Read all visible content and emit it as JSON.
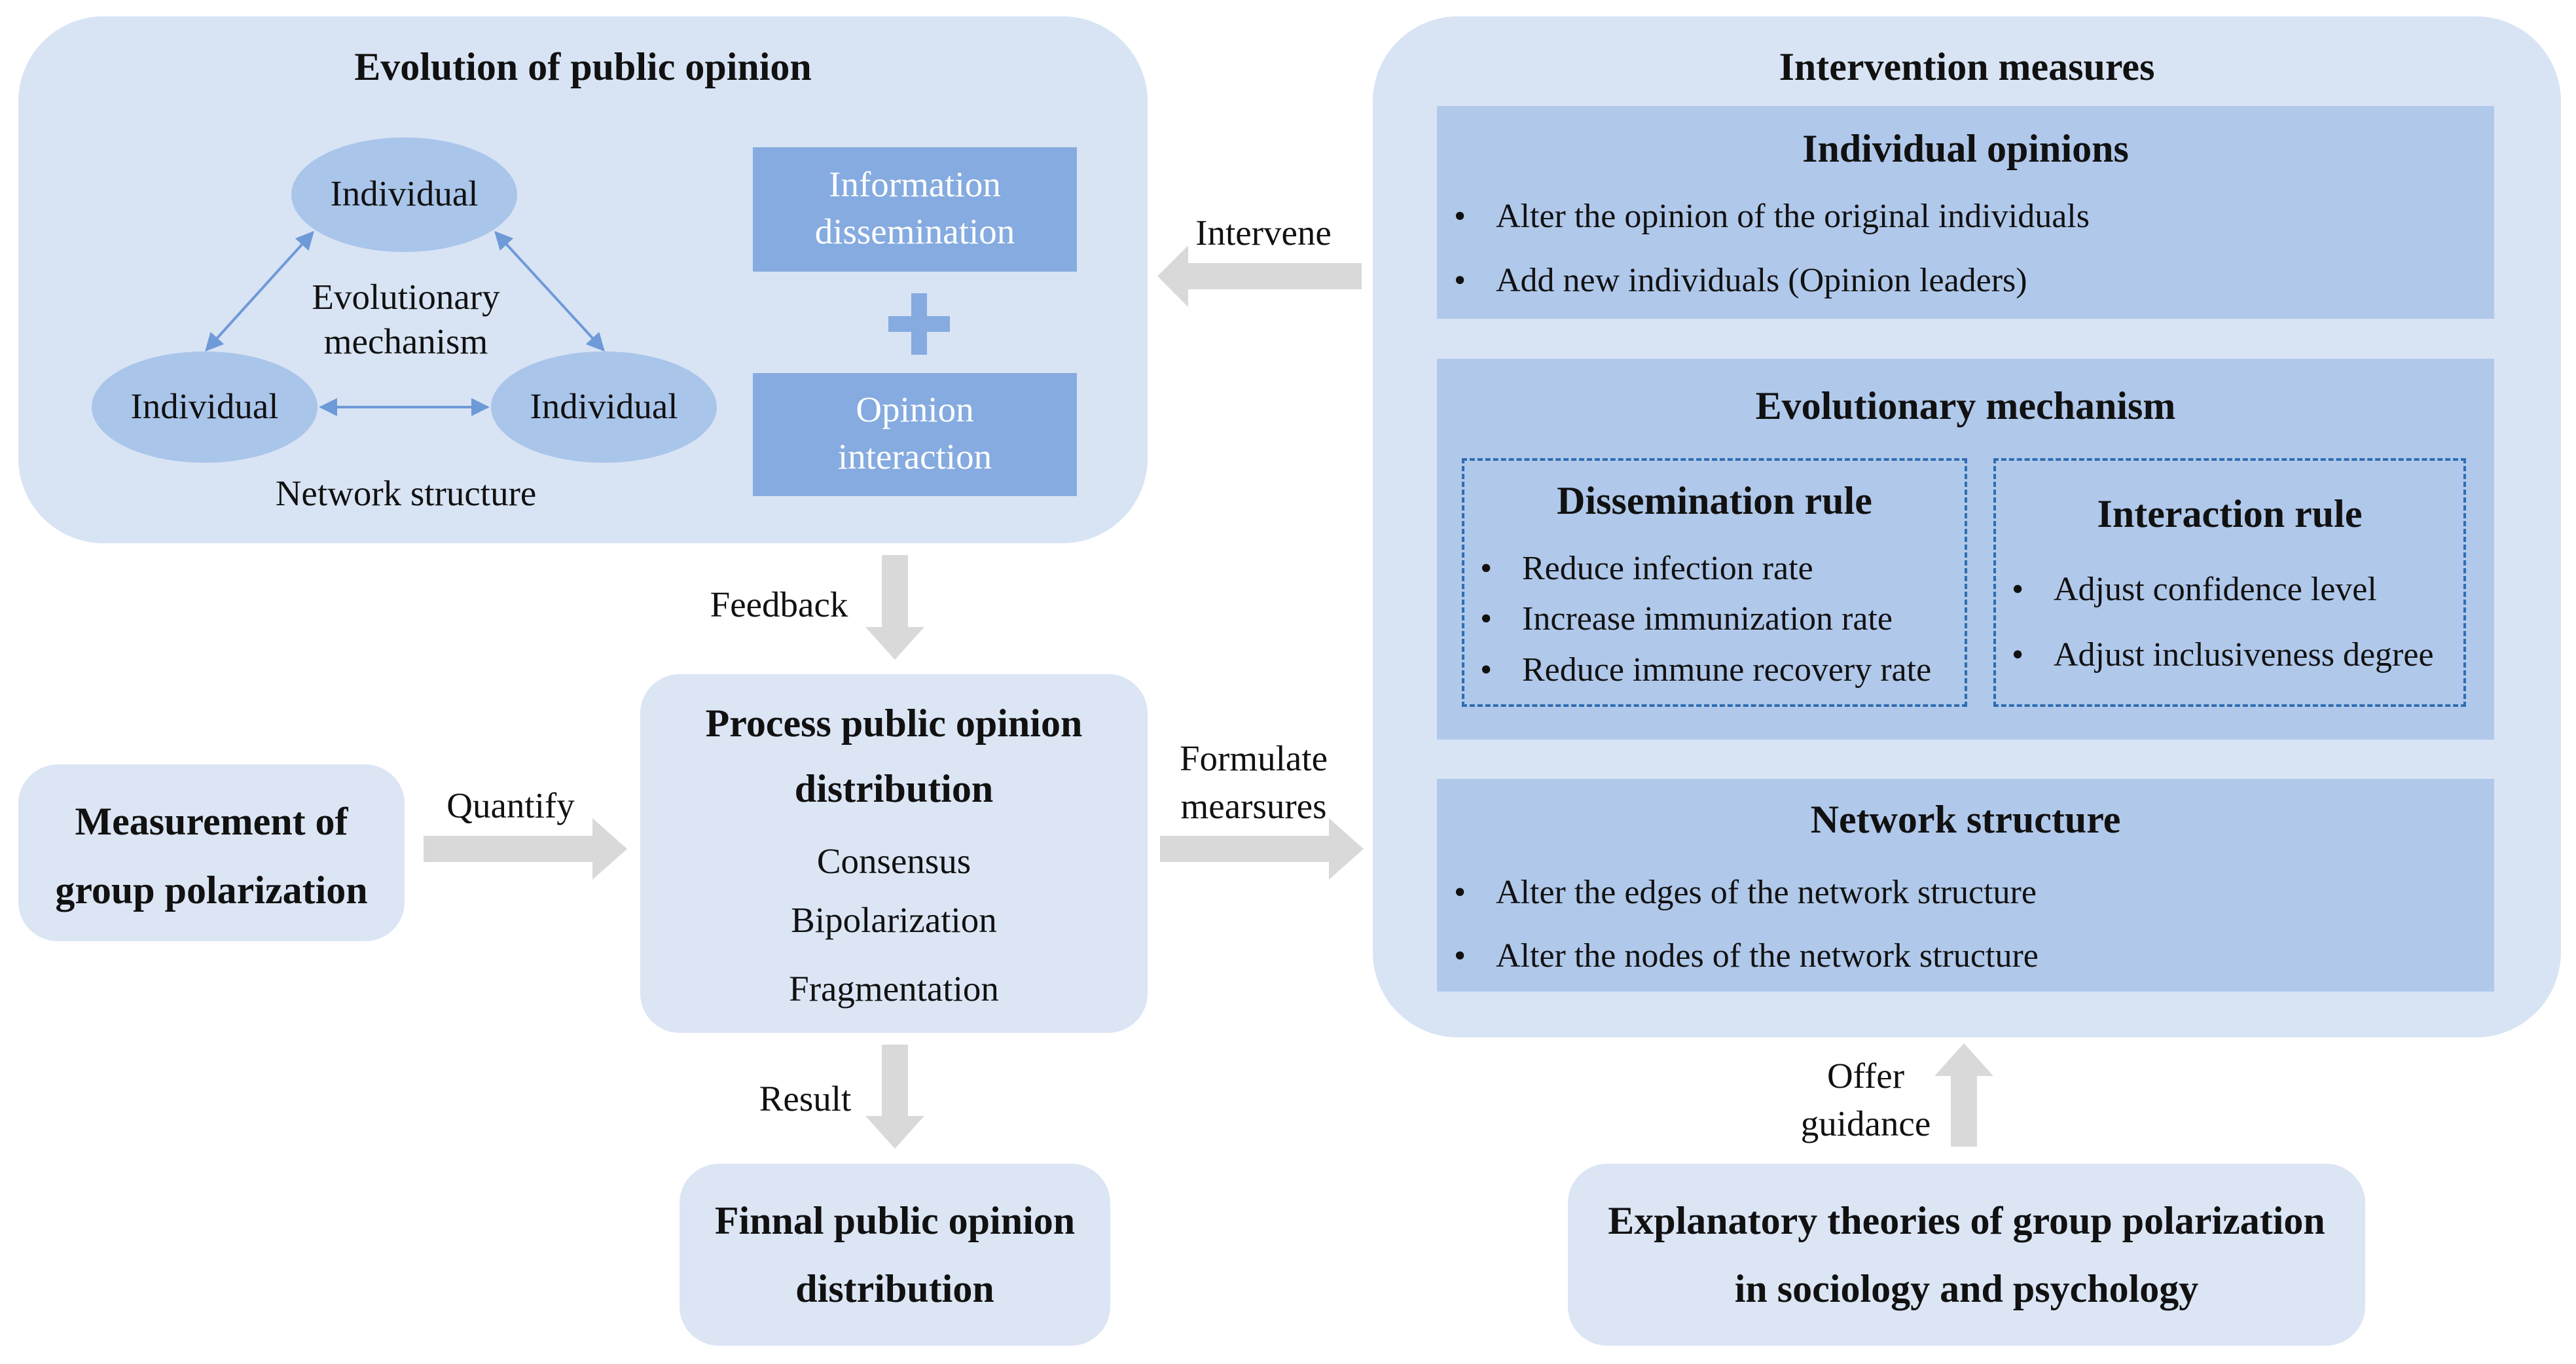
{
  "evolution": {
    "title": "Evolution of public opinion",
    "individual_top": "Individual",
    "individual_left": "Individual",
    "individual_right": "Individual",
    "mechanism_line1": "Evolutionary",
    "mechanism_line2": "mechanism",
    "network": "Network structure",
    "info_line1": "Information",
    "info_line2": "dissemination",
    "plus": "+",
    "opinion_line1": "Opinion",
    "opinion_line2": "interaction"
  },
  "arrows": {
    "intervene": "Intervene",
    "feedback": "Feedback",
    "quantify": "Quantify",
    "formulate_line1": "Formulate",
    "formulate_line2": "mearsures",
    "result": "Result",
    "offer_line1": "Offer",
    "offer_line2": "guidance"
  },
  "intervention": {
    "title": "Intervention measures",
    "individual_opinions": {
      "title": "Individual opinions",
      "items": [
        "Alter the opinion of the original individuals",
        "Add new individuals (Opinion leaders)"
      ]
    },
    "evolutionary_mechanism": {
      "title": "Evolutionary mechanism",
      "dissemination": {
        "title": "Dissemination rule",
        "items": [
          "Reduce infection rate",
          "Increase immunization rate",
          "Reduce immune recovery rate"
        ]
      },
      "interaction": {
        "title": "Interaction rule",
        "items": [
          "Adjust confidence level",
          "Adjust inclusiveness degree"
        ]
      }
    },
    "network_structure": {
      "title": "Network structure",
      "items": [
        "Alter the edges of the network structure",
        "Alter the nodes of the network structure"
      ]
    }
  },
  "measurement": {
    "line1": "Measurement of",
    "line2": "group polarization"
  },
  "process": {
    "line1": "Process public opinion",
    "line2": "distribution",
    "items": [
      "Consensus",
      "Bipolarization",
      "Fragmentation"
    ]
  },
  "final": {
    "line1": "Finnal public opinion",
    "line2": "distribution"
  },
  "theories": {
    "line1": "Explanatory theories of group polarization",
    "line2": "in sociology and psychology"
  },
  "colors": {
    "panel": "#d8e4f4",
    "inner_box": "#b0c8ea",
    "dark_box": "#85abe0",
    "ellipse": "#aac5ea",
    "arrow_gray": "#d9d9d9",
    "link_blue": "#6f9ad8",
    "dash_blue": "#2f6db5"
  }
}
